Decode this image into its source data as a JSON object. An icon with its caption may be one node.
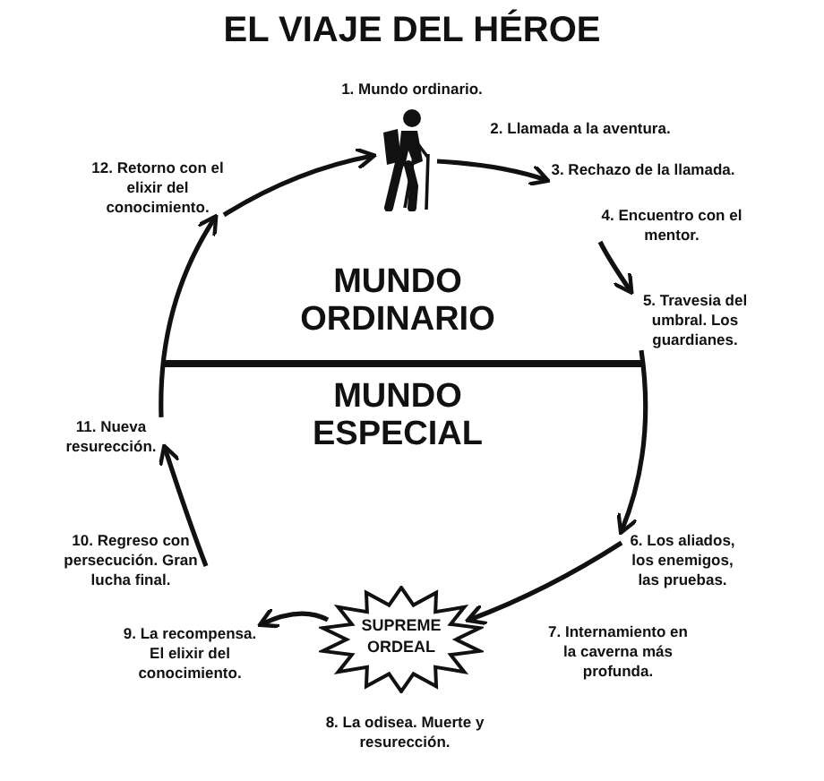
{
  "diagram": {
    "title": "EL VIAJE DEL HÉROE",
    "nodes": [
      {
        "text": [],
        "shape": "person",
        "beside": [
          "1. Mundo ordinario."
        ]
      },
      {
        "text": [
          "2. Llamada a la aventura."
        ]
      },
      {
        "text": [
          "3. Rechazo de la llamada."
        ]
      },
      {
        "text": [
          "12. Retorno con el elixir del conocimiento."
        ]
      },
      {
        "text": [
          "4. Encuentro con el mentor."
        ]
      },
      {
        "text": [
          "5. Travesia del umbral. Los guardianes."
        ]
      },
      {
        "text": [
          "11. Nueva resurección."
        ]
      },
      {
        "text": [
          "6. Los aliados, los enemigos, las pruebas."
        ]
      },
      {
        "text": [
          "10. Regreso con persecución. Gran lucha final."
        ]
      },
      {
        "text": [
          "SUPREME ORDEAL"
        ],
        "beside": [
          "8. La odisea. Muerte y resurección."
        ]
      },
      {
        "text": [
          "9. La recompensa. El elixir del conocimiento."
        ]
      },
      {
        "text": [
          "7. Internamiento en la caverna más profunda."
        ]
      }
    ],
    "edges": [
      {
        "from": 0,
        "to": 2,
        "arrow": "to"
      },
      {
        "from": 4,
        "to": 5,
        "arrow": "to"
      },
      {
        "from": 5,
        "to": 7,
        "arrow": "to"
      },
      {
        "from": 7,
        "to": 9,
        "arrow": "to"
      },
      {
        "from": 9,
        "to": 10,
        "arrow": "to"
      },
      {
        "from": 8,
        "to": 6,
        "arrow": "to"
      },
      {
        "from": 6,
        "to": 3,
        "arrow": "to"
      },
      {
        "from": 3,
        "to": 0,
        "arrow": "to"
      }
    ],
    "labels": [
      "MUNDO ORDINARIO",
      "MUNDO ESPECIAL"
    ]
  }
}
